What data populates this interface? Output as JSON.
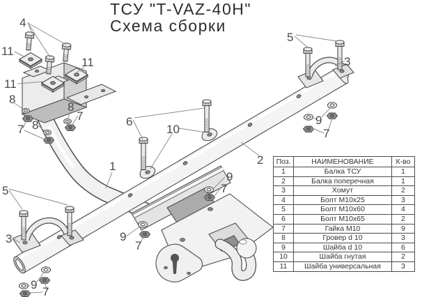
{
  "title": {
    "line1": "ТСУ \"T-VAZ-40H\"",
    "line2": "Схема сборки"
  },
  "parts_table": {
    "headers": [
      "Поз.",
      "НАИМЕНОВАНИЕ",
      "К-во"
    ],
    "rows": [
      [
        "1",
        "Балка ТСУ",
        "1"
      ],
      [
        "2",
        "Балка поперечная",
        "1"
      ],
      [
        "3",
        "Хомут",
        "2"
      ],
      [
        "4",
        "Болт М10х25",
        "3"
      ],
      [
        "5",
        "Болт М10х60",
        "4"
      ],
      [
        "6",
        "Болт М10х65",
        "2"
      ],
      [
        "7",
        "Гайка М10",
        "9"
      ],
      [
        "8",
        "Гровер d 10",
        "3"
      ],
      [
        "9",
        "Шайба d 10",
        "6"
      ],
      [
        "10",
        "Шайба гнутая",
        "2"
      ],
      [
        "11",
        "Шайба универсальная",
        "3"
      ]
    ]
  },
  "callouts": [
    {
      "label": "4"
    },
    {
      "label": "11"
    },
    {
      "label": "11"
    },
    {
      "label": "11"
    },
    {
      "label": "8"
    },
    {
      "label": "7"
    },
    {
      "label": "8"
    },
    {
      "label": "8"
    },
    {
      "label": "7"
    },
    {
      "label": "5"
    },
    {
      "label": "3"
    },
    {
      "label": "6"
    },
    {
      "label": "10"
    },
    {
      "label": "1"
    },
    {
      "label": "2"
    },
    {
      "label": "5"
    },
    {
      "label": "3"
    },
    {
      "label": "9"
    },
    {
      "label": "7"
    },
    {
      "label": "9"
    },
    {
      "label": "7"
    },
    {
      "label": "9"
    },
    {
      "label": "7"
    },
    {
      "label": "9"
    },
    {
      "label": "7"
    }
  ],
  "colors": {
    "line": "#4d4d4d",
    "leader": "#8c8c8c",
    "text": "#2d2d2d",
    "table_border": "#4b4b4b",
    "fill_light": "#f3f3f3",
    "fill_mid": "#d8d8d8",
    "fill_dark": "#a9a9a9",
    "background": "#ffffff"
  }
}
